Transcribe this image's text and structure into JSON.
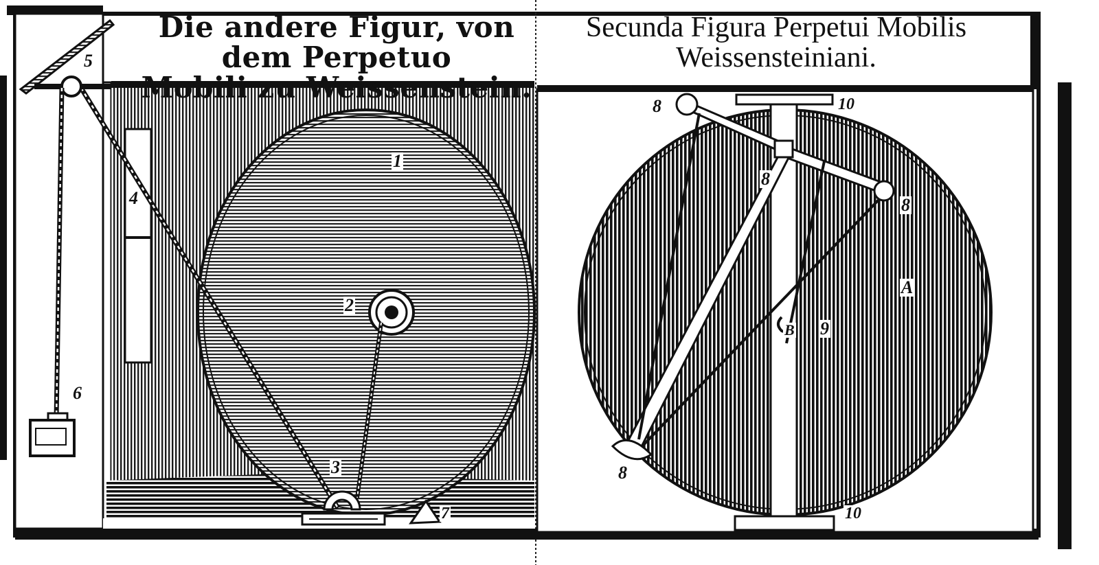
{
  "title_left": {
    "line1": "Die andere Figur, von dem Perpetuo",
    "line2": "Mobili zu Weissenstein."
  },
  "title_right": {
    "line1": "Secunda Figura Perpetui Mobilis",
    "line2": "Weissensteiniani."
  },
  "labels": {
    "n1": "1",
    "n2": "2",
    "n3": "3",
    "n4": "4",
    "n5": "5",
    "n6": "6",
    "n7": "7",
    "n8a": "8",
    "n8b": "8",
    "n8c": "8",
    "n8d": "8",
    "n9": "9",
    "n10a": "10",
    "n10b": "10",
    "nA": "A",
    "nB": "B"
  }
}
